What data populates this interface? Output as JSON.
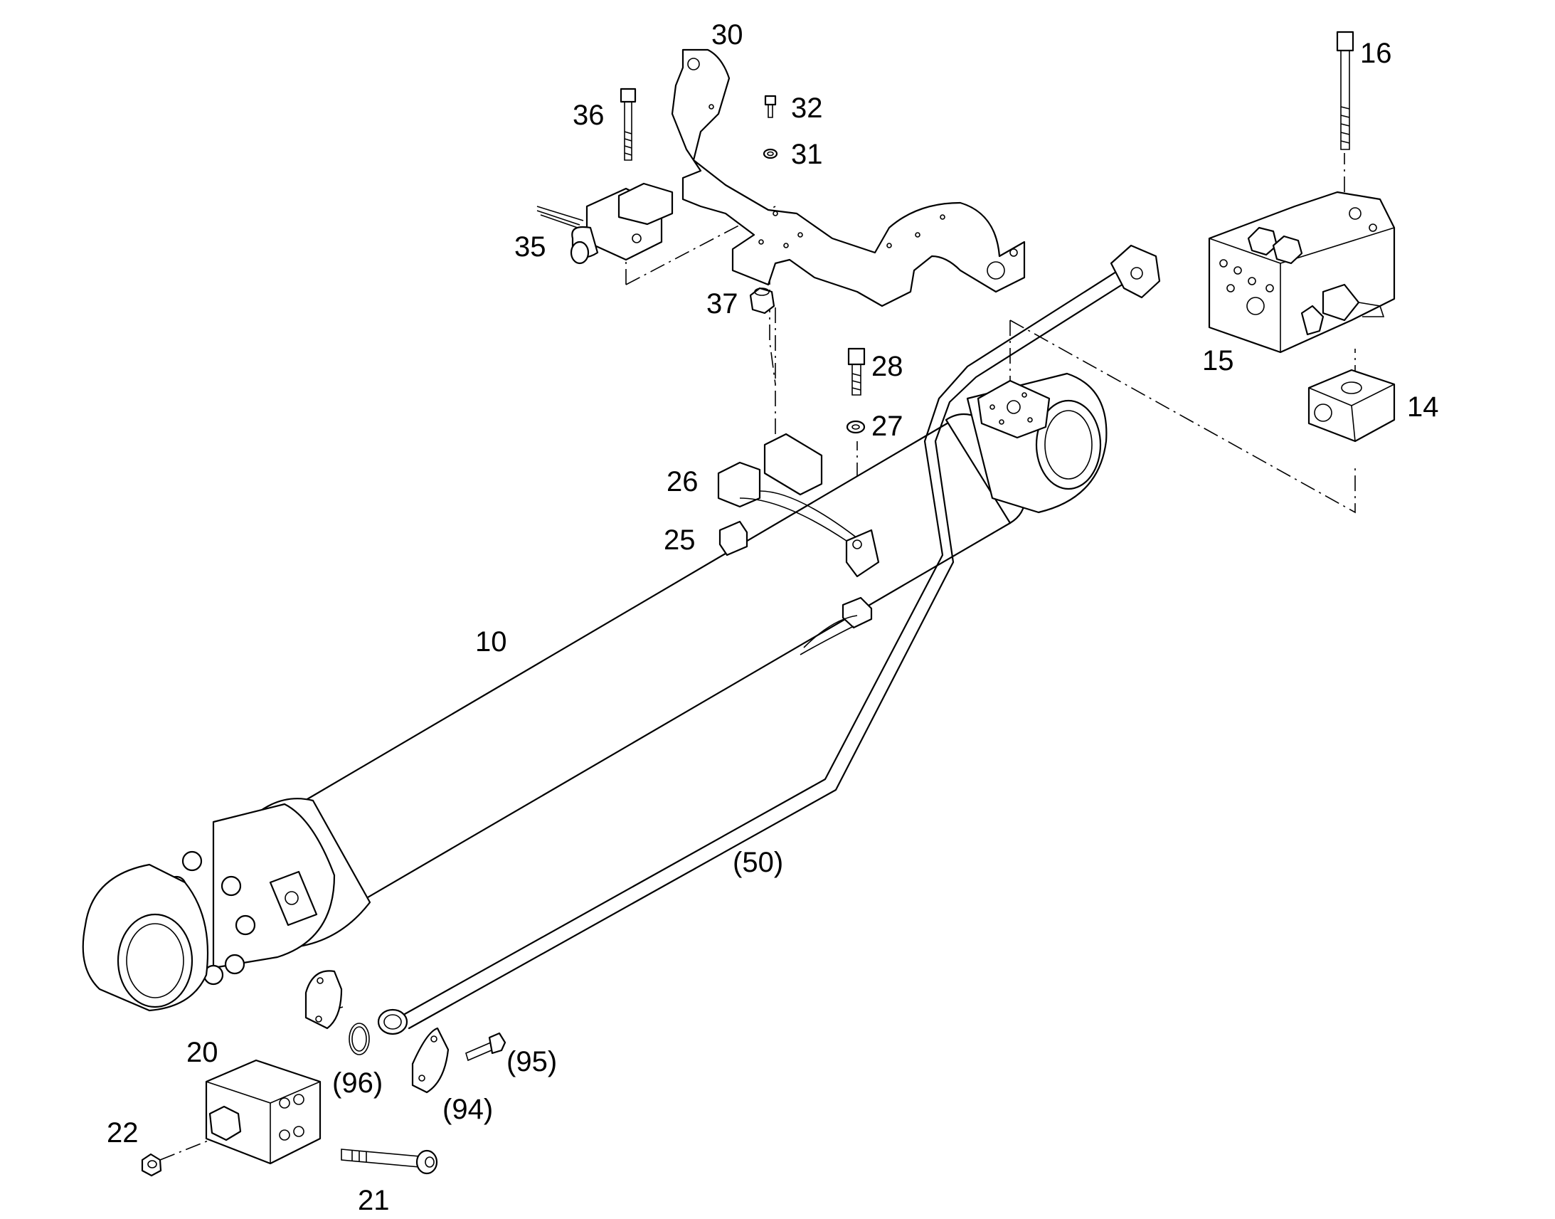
{
  "callouts": {
    "c10": "10",
    "c14": "14",
    "c15": "15",
    "c16": "16",
    "c20": "20",
    "c21": "21",
    "c22": "22",
    "c25": "25",
    "c26": "26",
    "c27": "27",
    "c28": "28",
    "c30": "30",
    "c31": "31",
    "c32": "32",
    "c35": "35",
    "c36": "36",
    "c37": "37",
    "c50": "(50)",
    "c94": "(94)",
    "c95": "(95)",
    "c96": "(96)"
  },
  "colors": {
    "line": "#000000",
    "background": "#ffffff"
  }
}
